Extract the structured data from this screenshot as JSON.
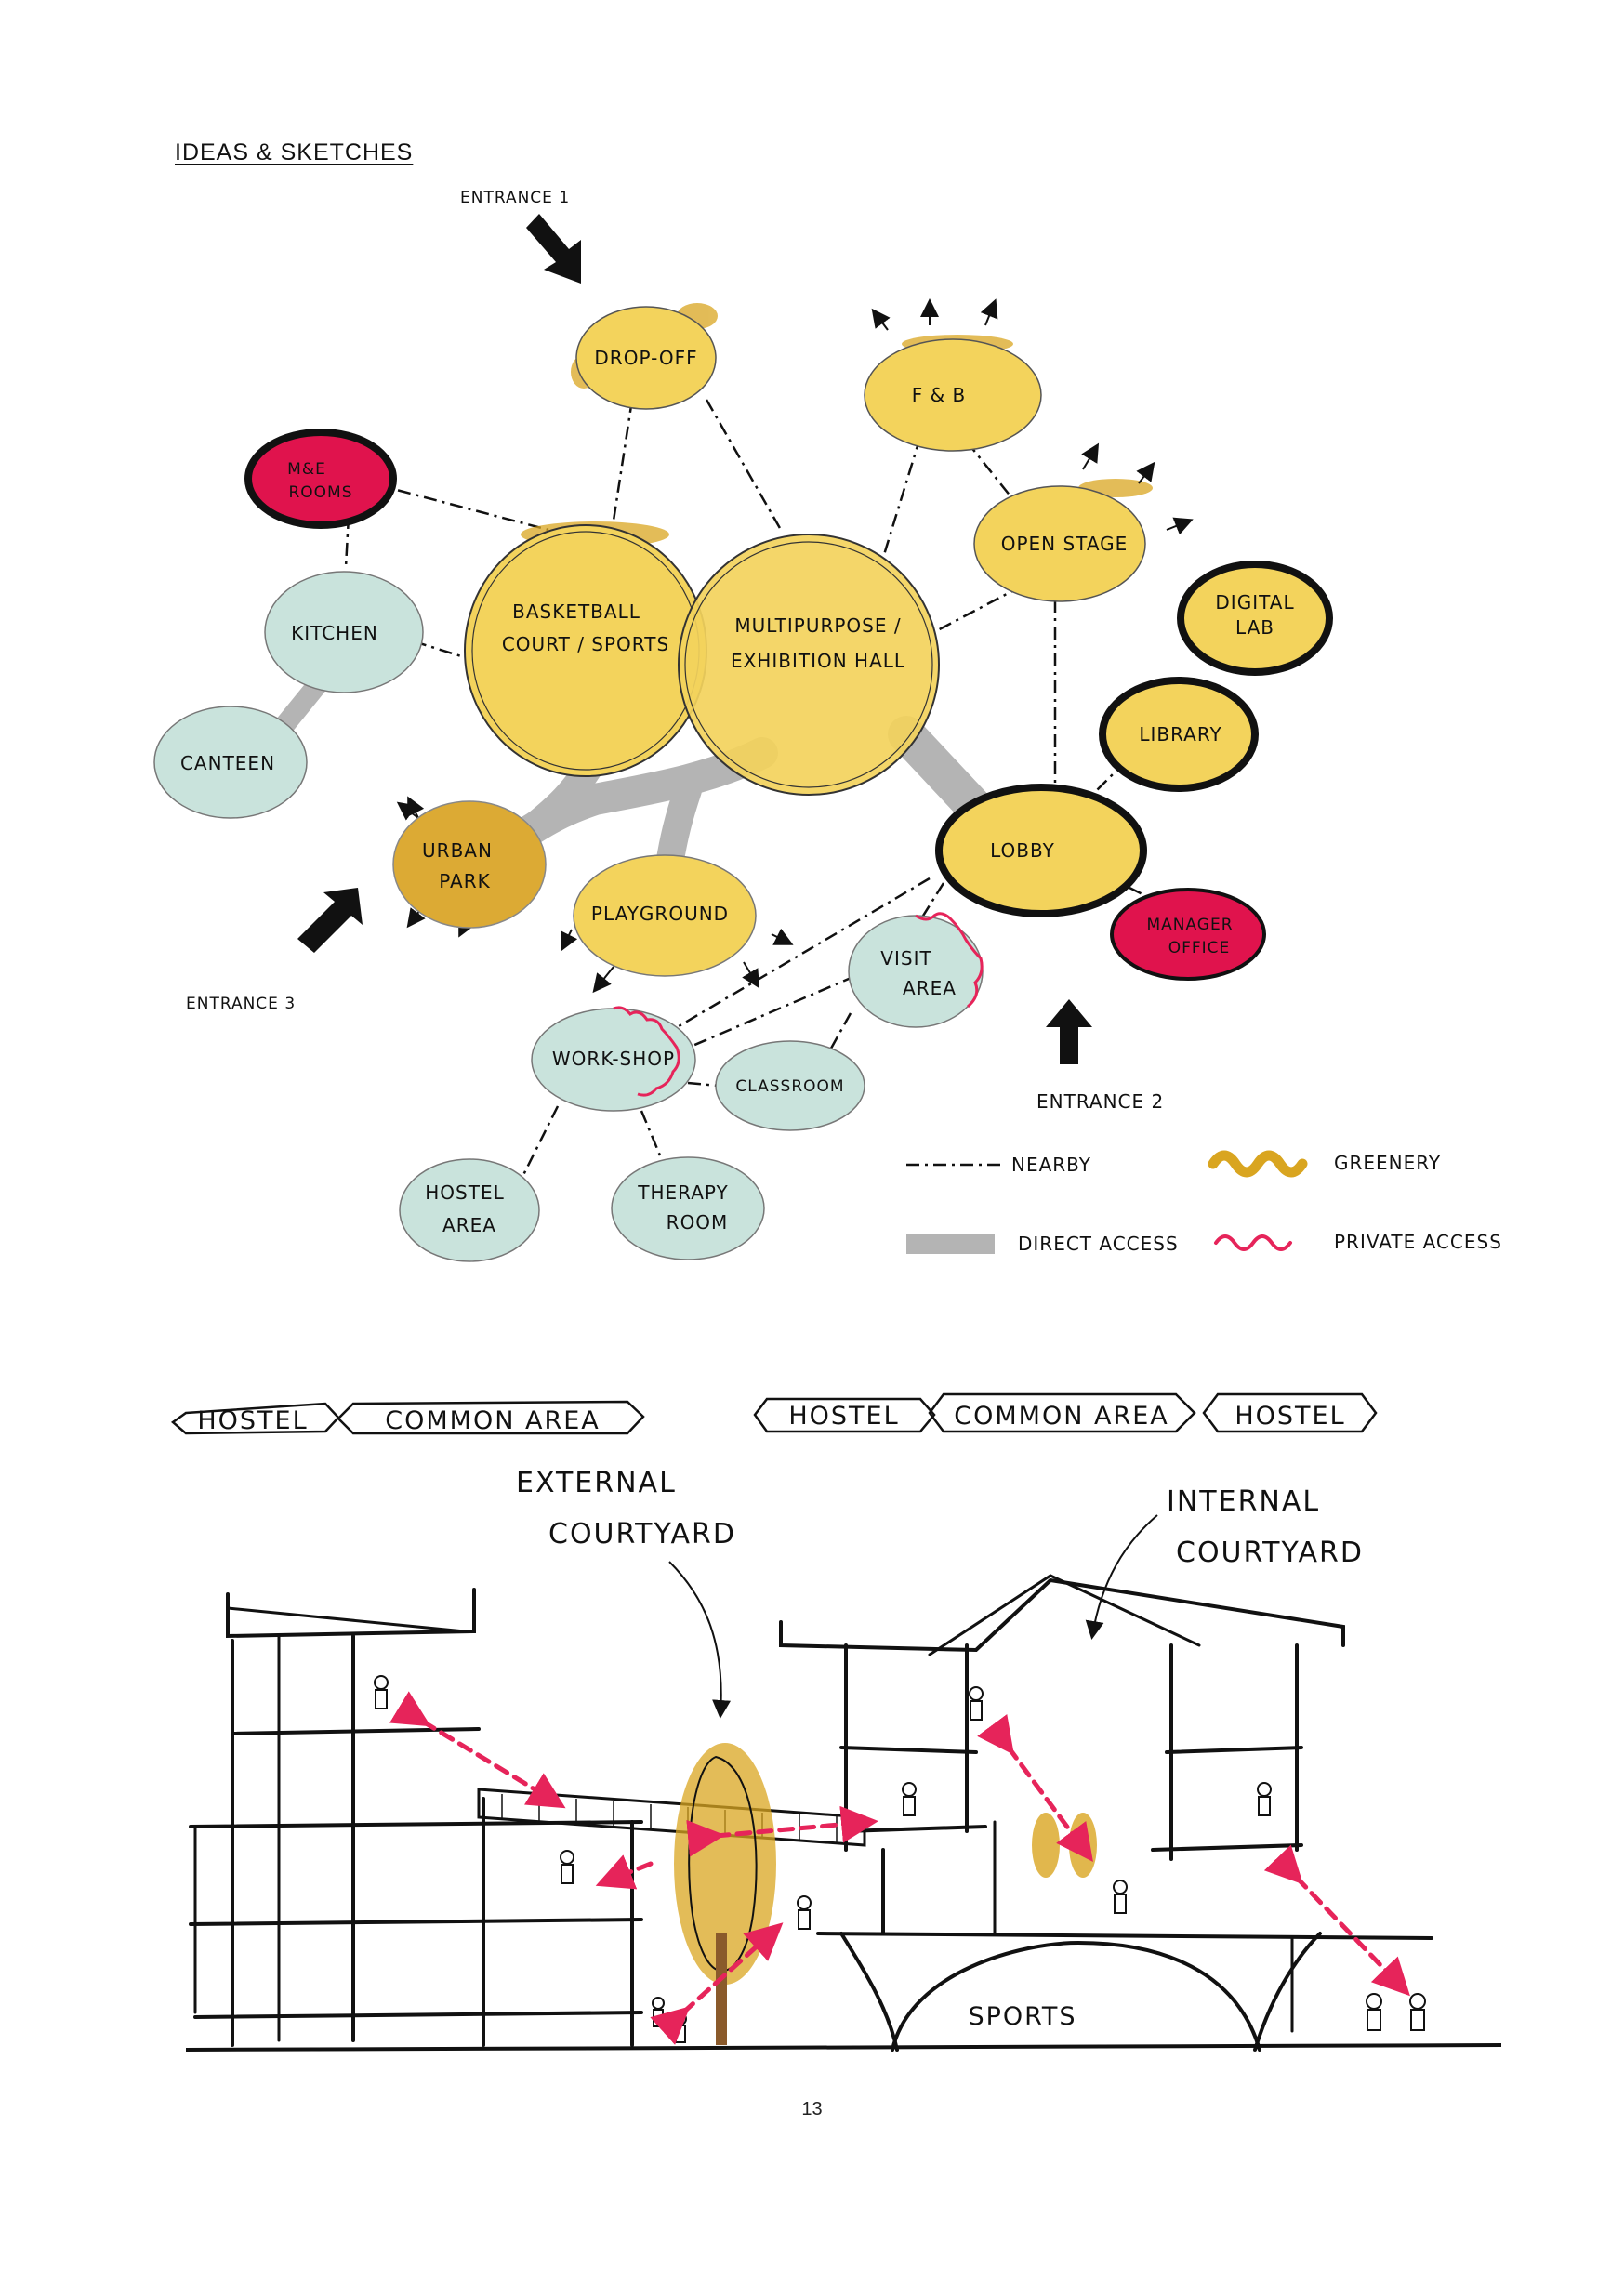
{
  "heading": "IDEAS & SKETCHES",
  "page_number": "13",
  "colors": {
    "public": "#f3d35c",
    "public_outdoor": "#dcaa34",
    "semi_private": "#c9e3dc",
    "private": "#e0134d",
    "direct_access": "#b4b4b4",
    "private_access": "#e6245a",
    "greenery": "#d9a520"
  },
  "bubble_diagram": {
    "entrances": {
      "entrance_1": "ENTRANCE 1",
      "entrance_2": "ENTRANCE 2",
      "entrance_3": "ENTRANCE 3"
    },
    "spaces": {
      "drop_off": "DROP-OFF",
      "f_and_b": "F & B",
      "me_rooms": [
        "M&E",
        "ROOMS"
      ],
      "kitchen": "KITCHEN",
      "canteen": "CANTEEN",
      "basketball": [
        "BASKETBALL",
        "COURT / SPORTS"
      ],
      "multipurpose": [
        "MULTIPURPOSE /",
        "EXHIBITION HALL"
      ],
      "open_stage": "OPEN STAGE",
      "digital_lab": [
        "DIGITAL",
        "LAB"
      ],
      "library": "LIBRARY",
      "lobby": "LOBBY",
      "manager_office": [
        "MANAGER",
        "OFFICE"
      ],
      "urban_park": [
        "URBAN",
        "PARK"
      ],
      "playground": "PLAYGROUND",
      "visit_area": [
        "VISIT",
        "AREA"
      ],
      "workshop": "WORK-SHOP",
      "classroom": "CLASSROOM",
      "hostel_area": [
        "HOSTEL",
        "AREA"
      ],
      "therapy_room": [
        "THERAPY",
        "ROOM"
      ]
    },
    "legend": {
      "nearby": "NEARBY",
      "direct_access": "DIRECT ACCESS",
      "greenery": "GREENERY",
      "private_access": "PRIVATE ACCESS"
    }
  },
  "section_sketch": {
    "tags_left": [
      "HOSTEL",
      "COMMON AREA"
    ],
    "tags_right": [
      "HOSTEL",
      "COMMON AREA",
      "HOSTEL"
    ],
    "external_courtyard": [
      "EXTERNAL",
      "COURTYARD"
    ],
    "internal_courtyard": [
      "INTERNAL",
      "COURTYARD"
    ],
    "sports": "SPORTS"
  }
}
